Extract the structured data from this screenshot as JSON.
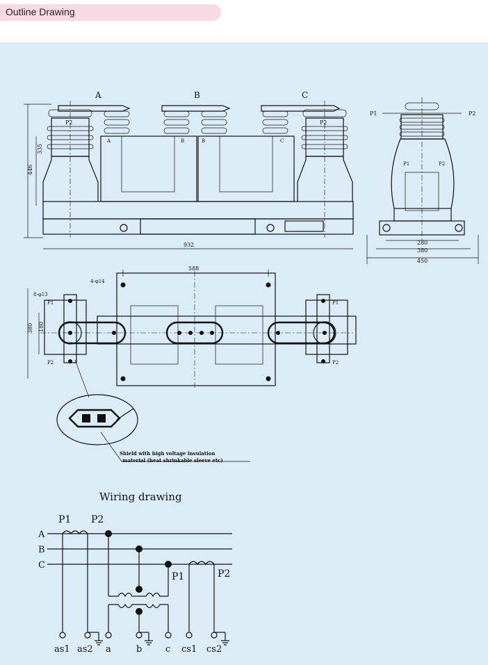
{
  "header": {
    "title": "Outline Drawing"
  },
  "front_view": {
    "phase_labels": [
      "A",
      "B",
      "C"
    ],
    "terminal_labels": [
      "P2",
      "P2",
      "A",
      "B",
      "B",
      "C"
    ],
    "dimensions": {
      "height_total": "446",
      "height_body": "335",
      "width_total": "932"
    }
  },
  "side_view": {
    "terminal_p1": "P1",
    "terminal_p2": "P2",
    "inner_p1": "P1",
    "inner_p2": "P2",
    "dimensions": {
      "d280": "280",
      "d380": "380",
      "d450": "450"
    }
  },
  "top_view": {
    "dim_588": "588",
    "hole_label_1": "4-φ14",
    "hole_label_2": "8-φ13",
    "dim_380": "380",
    "dim_180": "180",
    "left_p1": "P1",
    "left_p2": "P2",
    "right_p1": "P1",
    "right_p2": "P2"
  },
  "detail_note": {
    "line1": "Shield with high voltage insulation",
    "line2": "material  (heat shrinkable sleeve etc)"
  },
  "wiring": {
    "title": "Wiring drawing",
    "lines": [
      "A",
      "B",
      "C"
    ],
    "primary_left": {
      "p1": "P1",
      "p2": "P2"
    },
    "primary_right": {
      "p1": "P1",
      "p2": "P2"
    },
    "terminals": [
      "as1",
      "as2",
      "a",
      "b",
      "c",
      "cs1",
      "cs2"
    ]
  }
}
